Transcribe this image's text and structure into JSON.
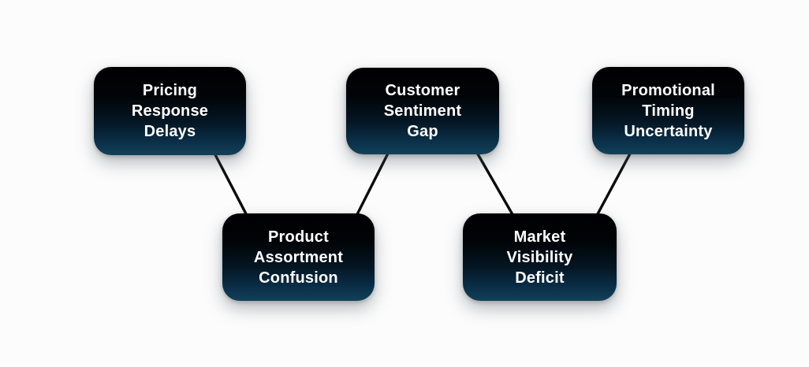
{
  "diagram": {
    "type": "concept-link-diagram",
    "background_color": "#fcfcfc",
    "node_style": {
      "gradient_top_color": "#000000",
      "gradient_bottom_color": "#124158",
      "text_color": "#ffffff",
      "connector_color": "#0b0b0b"
    },
    "nodes": [
      {
        "id": "pricing-response-delays",
        "label": "Pricing\nResponse\nDelays",
        "row": "top"
      },
      {
        "id": "customer-sentiment-gap",
        "label": "Customer\nSentiment\nGap",
        "row": "top"
      },
      {
        "id": "promotional-timing-uncertainty",
        "label": "Promotional\nTiming\nUncertainty",
        "row": "top"
      },
      {
        "id": "product-assortment-confusion",
        "label": "Product\nAssortment\nConfusion",
        "row": "bottom"
      },
      {
        "id": "market-visibility-deficit",
        "label": "Market\nVisibility\nDeficit",
        "row": "bottom"
      }
    ],
    "edges": [
      {
        "from": "pricing-response-delays",
        "to": "product-assortment-confusion"
      },
      {
        "from": "customer-sentiment-gap",
        "to": "product-assortment-confusion"
      },
      {
        "from": "customer-sentiment-gap",
        "to": "market-visibility-deficit"
      },
      {
        "from": "promotional-timing-uncertainty",
        "to": "market-visibility-deficit"
      }
    ]
  }
}
